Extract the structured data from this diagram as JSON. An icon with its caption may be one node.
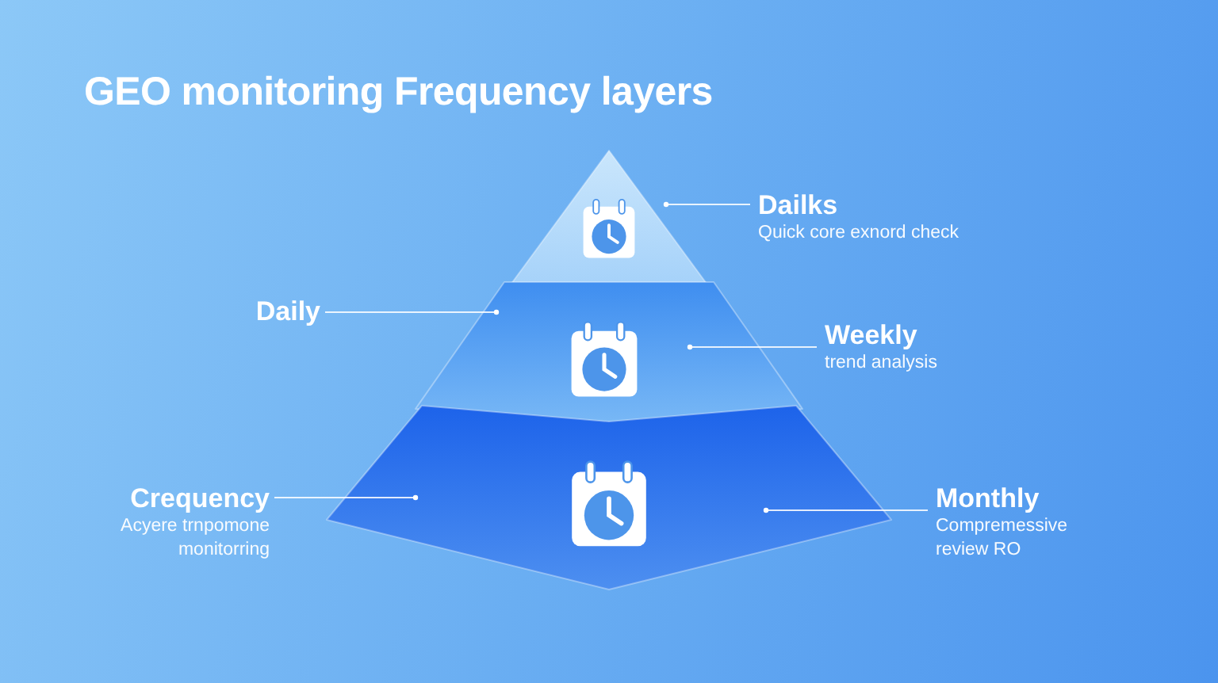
{
  "diagram": {
    "title": "GEO monitoring Frequency layers",
    "nodes": [
      {
        "text": [],
        "shape": "triangle"
      },
      {
        "text": [],
        "shape": "trapezoid"
      },
      {
        "text": [],
        "shape": "trapezoid"
      },
      {
        "text": [
          "Dailks",
          "Quick core exnord check"
        ]
      },
      {
        "text": [
          "Daily"
        ]
      },
      {
        "text": [
          "Weekly",
          "trend analysis"
        ]
      },
      {
        "text": [
          "Crequency",
          "Acyere trnpomone monitorring"
        ]
      },
      {
        "text": [
          "Monthly",
          "Compremessive review RO"
        ]
      }
    ],
    "edges": [
      {
        "from": 3,
        "to": 0,
        "arrow": "other"
      },
      {
        "from": 4,
        "to": 1,
        "arrow": "other"
      },
      {
        "from": 5,
        "to": 1,
        "arrow": "other"
      },
      {
        "from": 6,
        "to": 2,
        "arrow": "other"
      },
      {
        "from": 7,
        "to": 2,
        "arrow": "other"
      }
    ]
  }
}
